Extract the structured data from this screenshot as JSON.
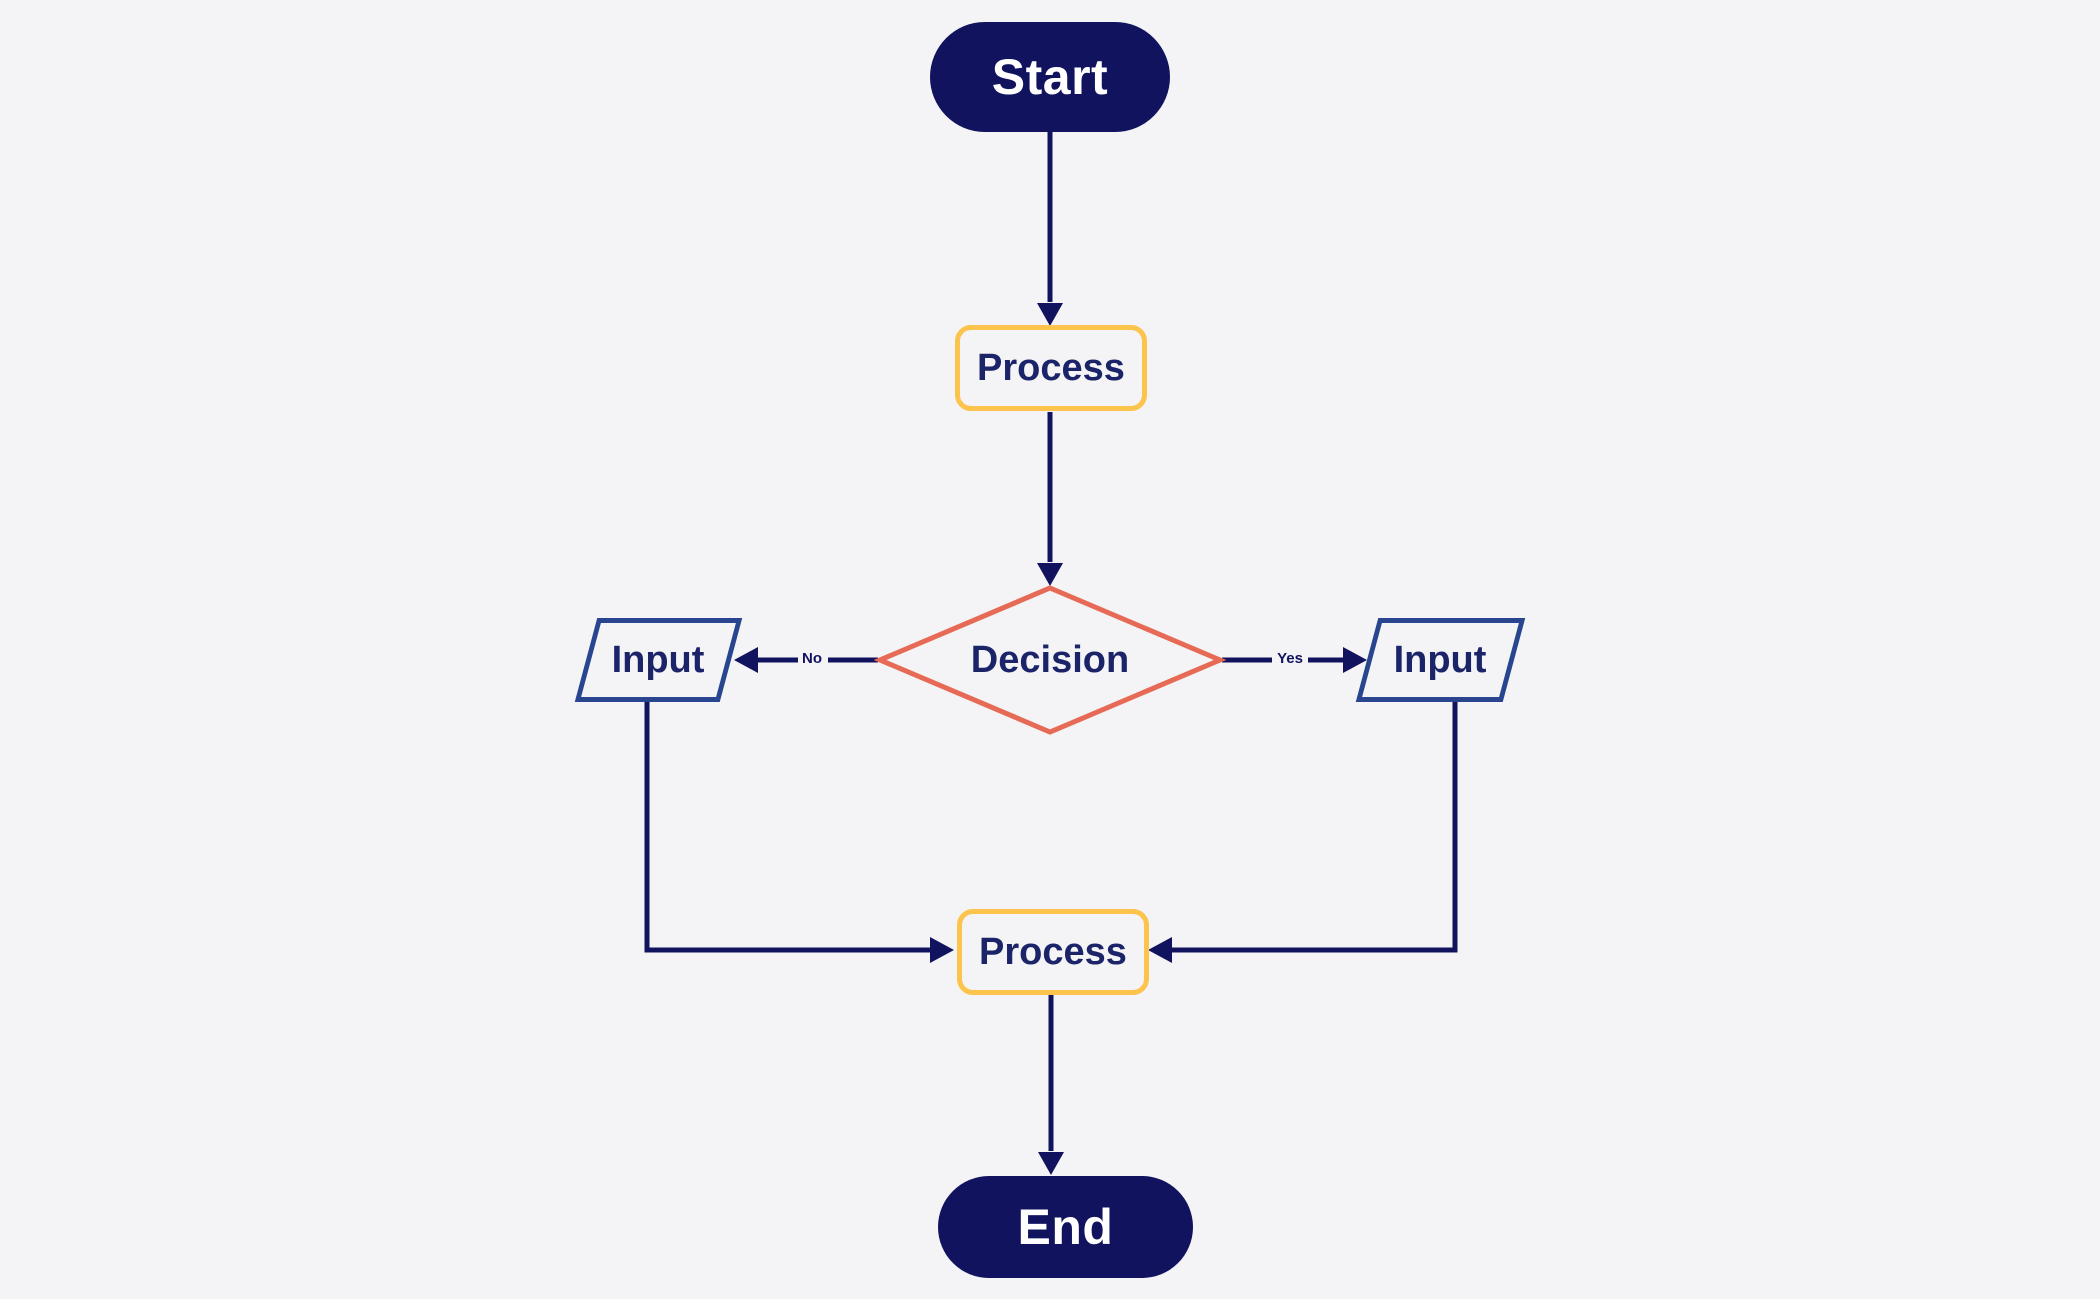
{
  "diagram": {
    "type": "flowchart",
    "nodes": {
      "start": {
        "label": "Start",
        "shape": "terminator"
      },
      "process_top": {
        "label": "Process",
        "shape": "process"
      },
      "decision": {
        "label": "Decision",
        "shape": "decision"
      },
      "input_left": {
        "label": "Input",
        "shape": "input-output"
      },
      "input_right": {
        "label": "Input",
        "shape": "input-output"
      },
      "process_bottom": {
        "label": "Process",
        "shape": "process"
      },
      "end": {
        "label": "End",
        "shape": "terminator"
      }
    },
    "edges": [
      {
        "from": "start",
        "to": "process_top",
        "label": ""
      },
      {
        "from": "process_top",
        "to": "decision",
        "label": ""
      },
      {
        "from": "decision",
        "to": "input_left",
        "label": "No"
      },
      {
        "from": "decision",
        "to": "input_right",
        "label": "Yes"
      },
      {
        "from": "input_left",
        "to": "process_bottom",
        "label": ""
      },
      {
        "from": "input_right",
        "to": "process_bottom",
        "label": ""
      },
      {
        "from": "process_bottom",
        "to": "end",
        "label": ""
      }
    ],
    "colors": {
      "background": "#f4f4f6",
      "terminator_fill": "#11135f",
      "terminator_text": "#ffffff",
      "process_border": "#fcc44d",
      "decision_border": "#e66a55",
      "input_output_border": "#2a4590",
      "node_text": "#1b2468",
      "connector": "#11135f"
    }
  }
}
